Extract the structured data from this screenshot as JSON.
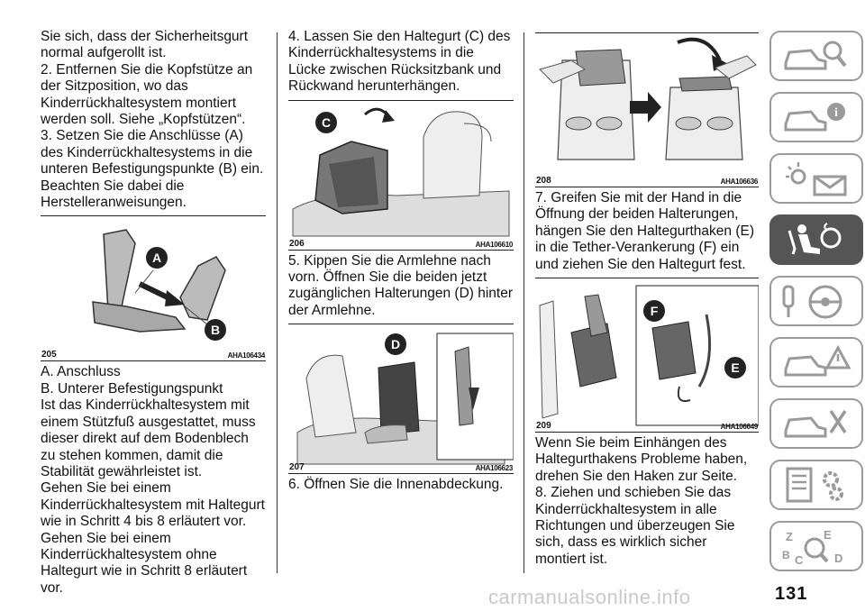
{
  "column1": {
    "paragraphs": [
      "Sie sich, dass der Sicherheitsgurt normal aufgerollt ist.",
      "2. Entfernen Sie die Kopfstütze an der Sitzposition, wo das Kinderrückhaltesystem montiert werden soll. Siehe „Kopfstützen“.",
      "3. Setzen Sie die Anschlüsse (A) des Kinderrückhaltesystems in die unteren Befestigungspunkte (B) ein. Beachten Sie dabei die Herstelleranweisungen."
    ],
    "figure": {
      "number": "205",
      "code": "AHA106434",
      "labels": [
        "A",
        "B"
      ]
    },
    "paragraphs_after": [
      "A. Anschluss",
      "B. Unterer Befestigungspunkt",
      "Ist das Kinderrückhaltesystem mit einem Stützfuß ausgestattet, muss dieser direkt auf dem Bodenblech zu stehen kommen, damit die Stabilität gewährleistet ist.",
      "Gehen Sie bei einem Kinderrückhaltesystem mit Haltegurt wie in Schritt 4 bis 8 erläutert vor.",
      "Gehen Sie bei einem Kinderrückhaltesystem ohne Haltegurt wie in Schritt 8 erläutert vor."
    ]
  },
  "column2": {
    "paragraph1": "4. Lassen Sie den Haltegurt (C) des Kinderrückhaltesystems in die Lücke zwischen Rücksitzbank und Rückwand herunterhängen.",
    "figure1": {
      "number": "206",
      "code": "AHA106610",
      "label": "C"
    },
    "paragraph2": "5. Kippen Sie die Armlehne nach vorn. Öffnen Sie die beiden jetzt zugänglichen Halterungen (D) hinter der Armlehne.",
    "figure2": {
      "number": "207",
      "code": "AHA106623",
      "label": "D"
    },
    "paragraph3": "6. Öffnen Sie die Innenabdeckung."
  },
  "column3": {
    "figure1": {
      "number": "208",
      "code": "AHA106636"
    },
    "paragraph1": "7. Greifen Sie mit der Hand in die Öffnung der beiden Halterungen, hängen Sie den Haltegurthaken (E) in die Tether-Verankerung (F) ein und ziehen Sie den Haltegurt fest.",
    "figure2": {
      "number": "209",
      "code": "AHA106649",
      "labels": [
        "F",
        "E"
      ]
    },
    "paragraph2": "Wenn Sie beim Einhängen des Haltegurthakens Probleme haben, drehen Sie den Haken zur Seite.",
    "paragraph3": "8. Ziehen und schieben Sie das Kinderrückhaltesystem in alle Richtungen und überzeugen Sie sich, dass es wirklich sicher montiert ist."
  },
  "sidebar": {
    "tabs": [
      {
        "icon": "car-search-icon"
      },
      {
        "icon": "car-info-icon"
      },
      {
        "icon": "warning-lights-message-icon"
      },
      {
        "icon": "seat-airbag-icon",
        "active": true
      },
      {
        "icon": "key-steering-wheel-icon"
      },
      {
        "icon": "car-warning-icon"
      },
      {
        "icon": "car-tools-icon"
      },
      {
        "icon": "list-gear-icon"
      },
      {
        "icon": "alphabet-index-search-icon"
      }
    ],
    "active_color": "#555555",
    "border_color": "#9a9a9a"
  },
  "page_number": "131",
  "watermark": "carmanualsonline.info"
}
